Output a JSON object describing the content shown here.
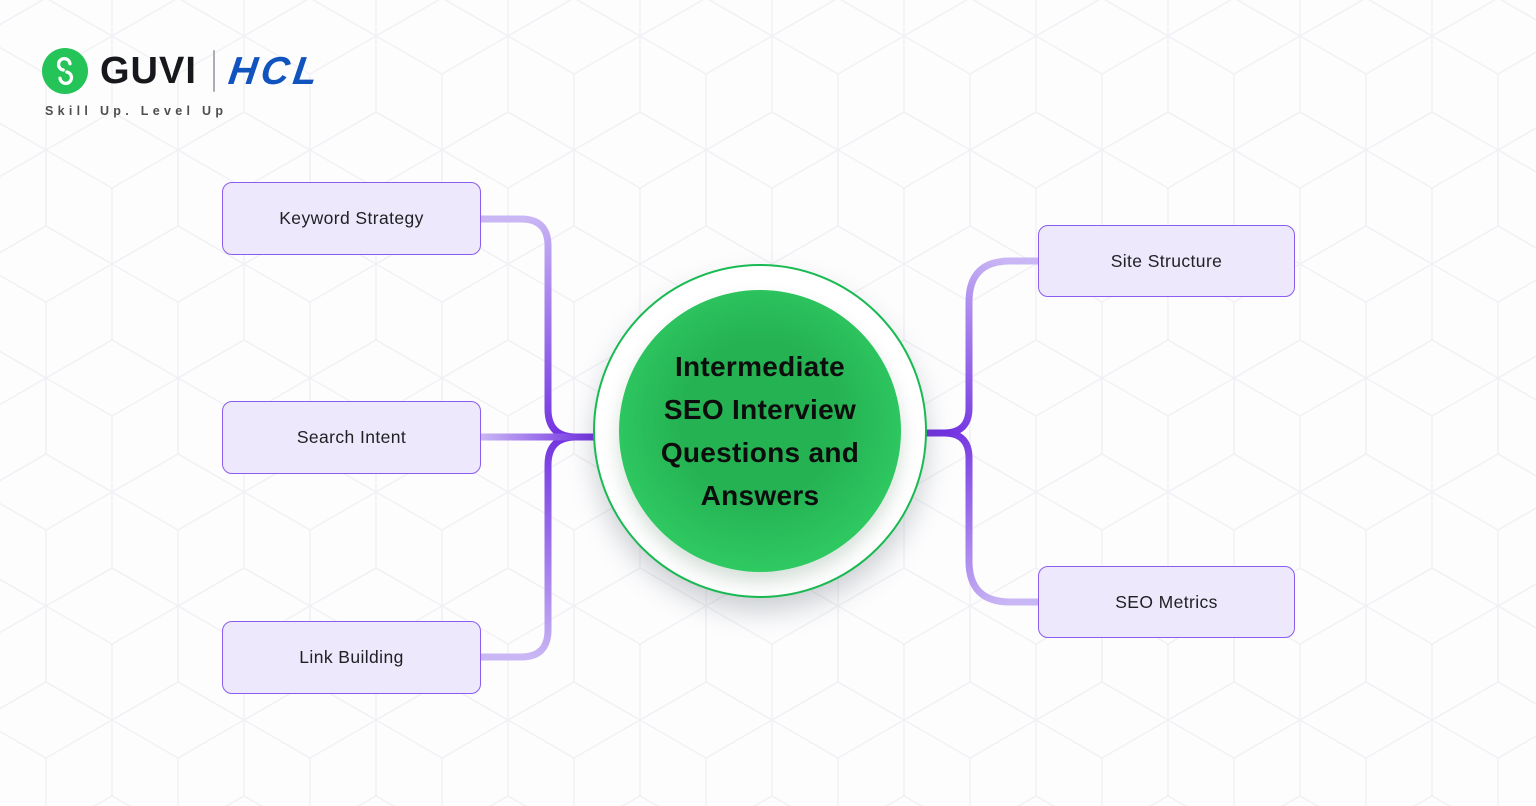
{
  "theme": {
    "bg": "#fdfdfe",
    "pattern-line": "#f1f0f4",
    "guvi-green": "#25c459",
    "hcl-blue": "#1154be",
    "tagline-gray": "#4e4e4e",
    "ink": "#161616",
    "node-fill": "#ede8fb",
    "node-border": "#8a5cf0",
    "connector-dark": "#6f2de0",
    "connector-light": "#c9b6f4",
    "green-border": "#19ba52",
    "green-mid": "#25b253",
    "green-hi": "#2fca62",
    "green-rim": "#5adc83"
  },
  "header": {
    "guvi_text": "GUVI",
    "hcl_text": "HCL",
    "tagline": "Skill Up. Level Up"
  },
  "diagram": {
    "center": {
      "title": "Intermediate SEO Interview Questions and Answers",
      "title_lines": [
        "Intermediate",
        "SEO Interview",
        "Questions and",
        "Answers"
      ]
    },
    "left_nodes": [
      {
        "label": "Keyword Strategy"
      },
      {
        "label": "Search Intent"
      },
      {
        "label": "Link Building"
      }
    ],
    "right_nodes": [
      {
        "label": "Site Structure"
      },
      {
        "label": "SEO Metrics"
      }
    ]
  }
}
